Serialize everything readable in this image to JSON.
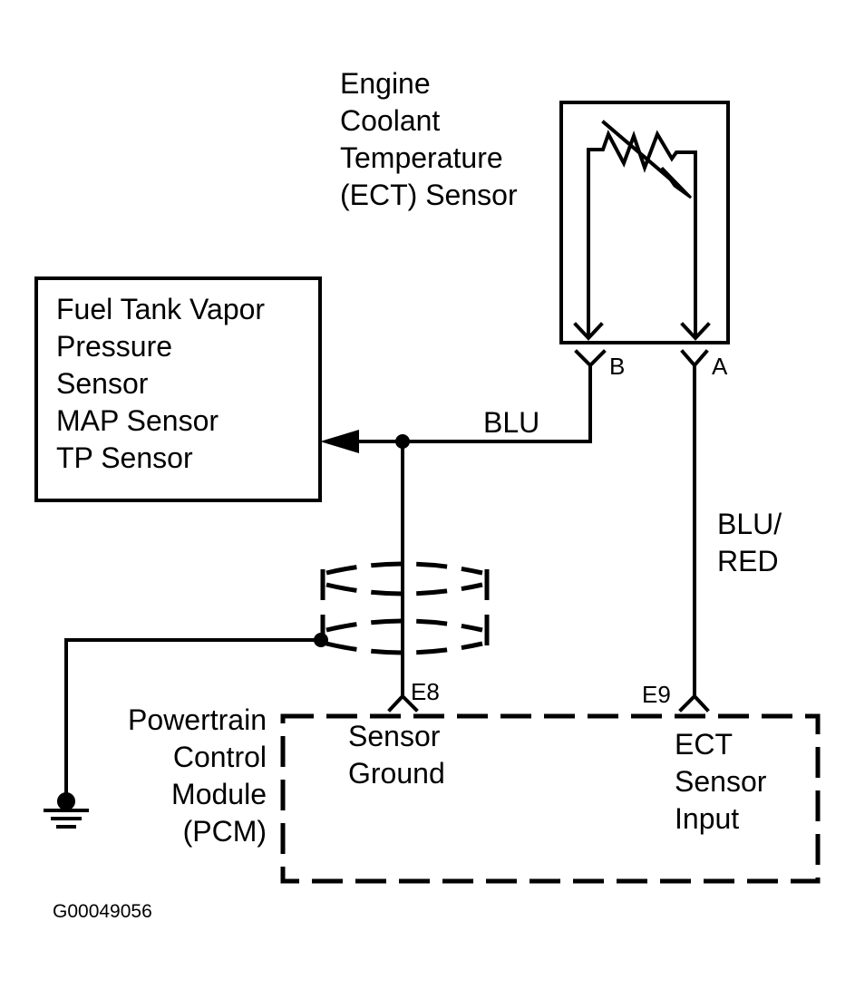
{
  "diagram": {
    "type": "wiring-schematic",
    "ect_sensor": {
      "label_lines": [
        "Engine",
        "Coolant",
        "Temperature",
        "(ECT) Sensor"
      ],
      "terminals": [
        "B",
        "A"
      ]
    },
    "fuel_tank_box": {
      "label_lines": [
        "Fuel Tank Vapor",
        "Pressure",
        "Sensor",
        "MAP Sensor",
        "TP Sensor"
      ]
    },
    "wires": [
      {
        "id": "blu",
        "color_code": "BLU",
        "from": "ECT terminal B",
        "to": "Fuel Tank Vapor Pressure / MAP / TP Sensor, PCM E8"
      },
      {
        "id": "blu-red",
        "color_code": "BLU/ RED",
        "label_lines": [
          "BLU/",
          "RED"
        ],
        "from": "ECT terminal A",
        "to": "PCM E9"
      }
    ],
    "pcm": {
      "label_lines": [
        "Powertrain",
        "Control",
        "Module",
        "(PCM)"
      ],
      "pins": [
        {
          "pin": "E8",
          "label_lines": [
            "Sensor",
            "Ground"
          ]
        },
        {
          "pin": "E9",
          "label_lines": [
            "ECT",
            "Sensor",
            "Input"
          ]
        }
      ]
    },
    "shield": {
      "grounded": true
    },
    "figure_id": "G00049056"
  }
}
